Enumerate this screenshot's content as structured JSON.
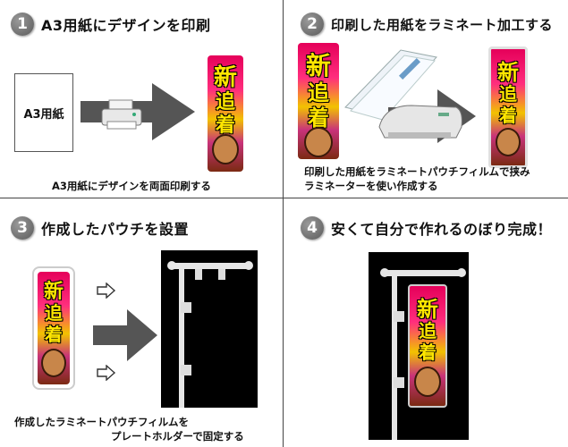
{
  "steps": [
    {
      "num": "1",
      "title": "A3用紙にデザインを印刷",
      "caption": "A3用紙にデザインを両面印刷する",
      "paper_label": "A3用紙"
    },
    {
      "num": "2",
      "title": "印刷した用紙をラミネート加工する",
      "caption_line1": "印刷した用紙をラミネートパウチフィルムで挟み",
      "caption_line2": "ラミネーターを使い作成する"
    },
    {
      "num": "3",
      "title": "作成したパウチを設置",
      "caption_line1": "作成したラミネートパウチフィルムを",
      "caption_line2": "プレートホルダーで固定する"
    },
    {
      "num": "4",
      "title": "安くて自分で作れるのぼり完成！"
    }
  ],
  "banner_text": {
    "line1": "新",
    "line2": "追",
    "line3": "着"
  },
  "colors": {
    "arrow": "#555555",
    "banner_pink": "#e5005a",
    "banner_yellow": "#ffe600",
    "panel": "#000000"
  },
  "icons": [
    "printer-icon",
    "laminator-icon",
    "arrow-right-icon",
    "outline-arrow-icon",
    "banner-holder-icon"
  ]
}
